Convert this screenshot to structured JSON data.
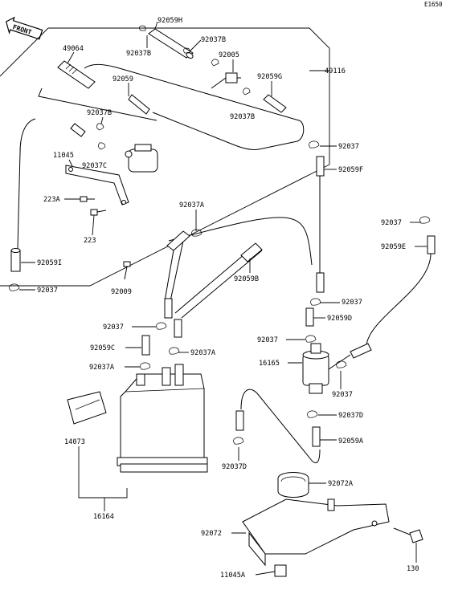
{
  "figure_code": "E1650",
  "front_label": "FRONT",
  "labels": {
    "p92059H": "92059H",
    "p92037B_a": "92037B",
    "p92037B_b": "92037B",
    "p92005": "92005",
    "p49064": "49064",
    "p49116": "49116",
    "p92059": "92059",
    "p92059G": "92059G",
    "p92037B_c": "92037B",
    "p92037B_d": "92037B",
    "p11045": "11045",
    "p92037C": "92037C",
    "p223A": "223A",
    "p223": "223",
    "p92037_top": "92037",
    "p92059F": "92059F",
    "p92037A_top": "92037A",
    "p92037_right": "92037",
    "p92059E": "92059E",
    "p92059I": "92059I",
    "p92037_left": "92037",
    "p92059B": "92059B",
    "p92009": "92009",
    "p92037_mid": "92037",
    "p92059D": "92059D",
    "p92037_c1": "92037",
    "p92059C": "92059C",
    "p92037A_mid": "92037A",
    "p92037_c2": "92037",
    "p92037A_low": "92037A",
    "p16165": "16165",
    "p92037_f": "92037",
    "p92037D_r": "92037D",
    "p14073": "14073",
    "p92059A": "92059A",
    "p92037D_l": "92037D",
    "p92072A": "92072A",
    "p16164": "16164",
    "p92072": "92072",
    "p130": "130",
    "p11045A": "11045A"
  }
}
